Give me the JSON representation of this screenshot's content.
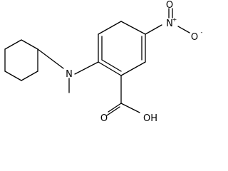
{
  "molecule": {
    "atoms": {
      "n_amine": "N",
      "n_nitro": "N",
      "n_nitro_charge": "+",
      "o_nitro_top": "O",
      "o_nitro_right": "O",
      "o_nitro_right_charge": "-",
      "o_carbonyl": "O",
      "o_hydroxyl": "OH"
    },
    "colors": {
      "bond": "#000000",
      "label": "#000000",
      "background": "#ffffff"
    }
  }
}
